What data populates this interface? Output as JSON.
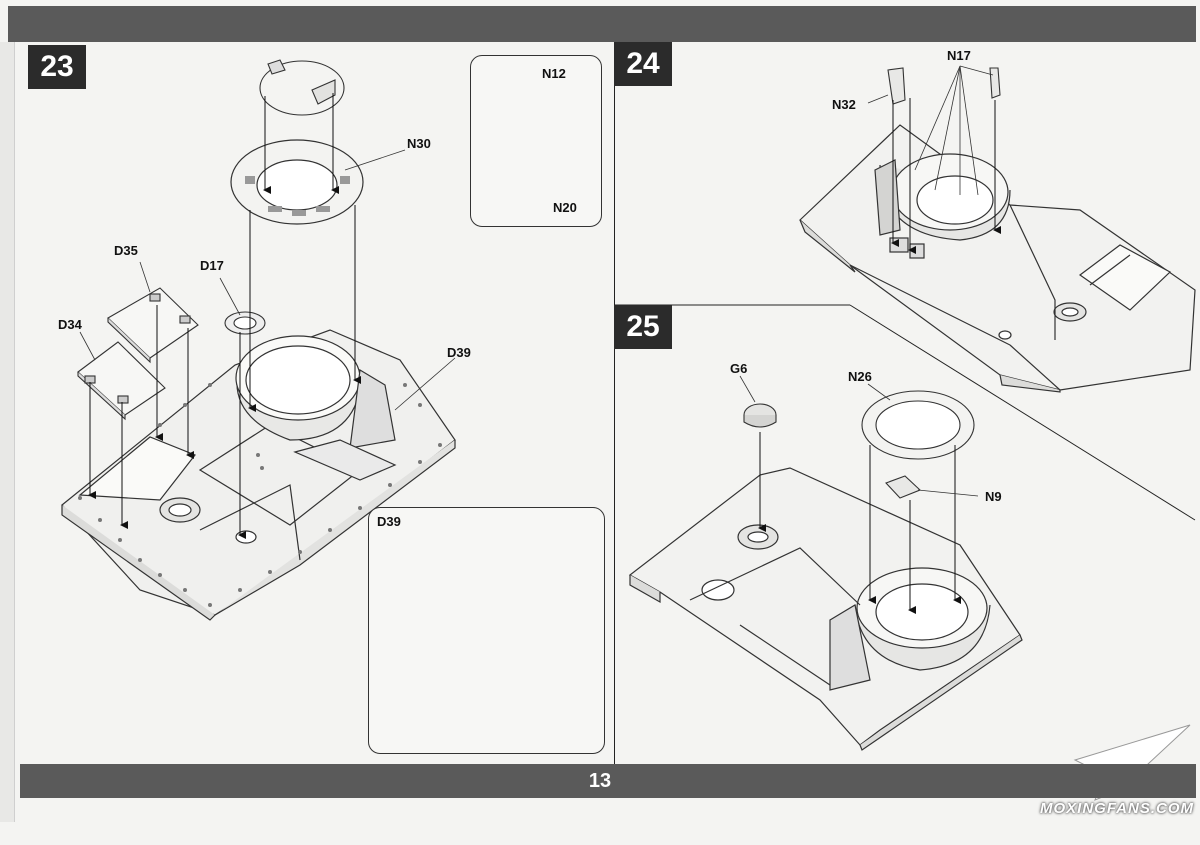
{
  "page_number": "13",
  "steps": {
    "s23": "23",
    "s24": "24",
    "s25": "25"
  },
  "labels": {
    "n30": "N30",
    "d35": "D35",
    "d17": "D17",
    "d34": "D34",
    "d39": "D39",
    "n12": "N12",
    "n20": "N20",
    "n17": "N17",
    "n32": "N32",
    "g6": "G6",
    "n26": "N26",
    "n9": "N9"
  },
  "inset_d39": {
    "title": "D39"
  },
  "watermark": "MOXINGFANS.COM"
}
